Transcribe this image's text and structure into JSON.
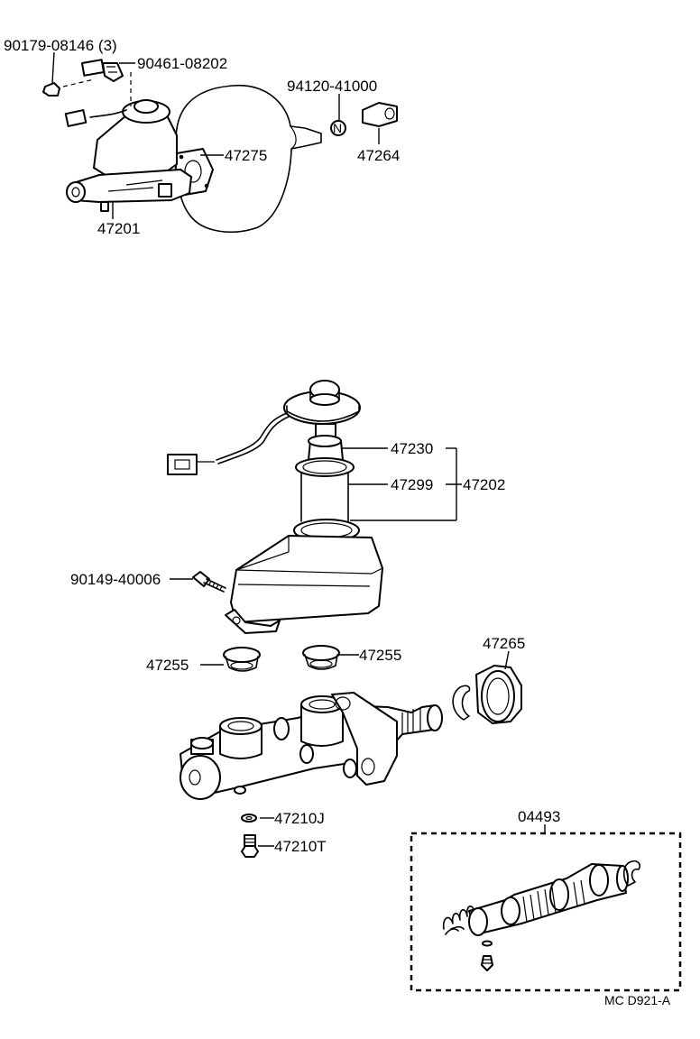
{
  "labels": {
    "p90179": "90179-08146 (3)",
    "p90461": "90461-08202",
    "p94120": "94120-41000",
    "p47275": "47275",
    "p47264": "47264",
    "p47201": "47201",
    "p47230": "47230",
    "p47299": "47299",
    "p47202": "47202",
    "p90149": "90149-40006",
    "p47255a": "47255",
    "p47255b": "47255",
    "p47265": "47265",
    "p47210J": "47210J",
    "p47210T": "47210T",
    "p04493": "04493",
    "ref": "MC D921-A"
  }
}
